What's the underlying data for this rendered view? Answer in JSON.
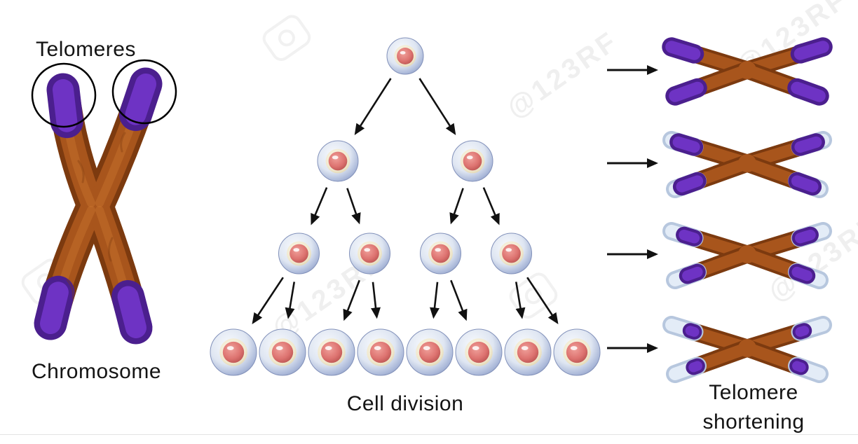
{
  "labels": {
    "telomeres": "Telomeres",
    "chromosome": "Chromosome",
    "cell_division": "Cell division",
    "telomere_shortening": "Telomere shortening"
  },
  "watermark": {
    "text": "123RF",
    "display": "@123RF"
  },
  "colors": {
    "background": "#ffffff",
    "label_text": "#141414",
    "chromosome_body": "#a8551c",
    "chromosome_dark": "#7c3a0f",
    "chromosome_light": "#c9752f",
    "telomere": "#6e33c4",
    "telomere_dark": "#4b1f8e",
    "telomere_pale": "#e3ecf7",
    "telomere_pale_edge": "#b7c7de",
    "cell_outer": "#8fa0c8",
    "cell_ring": "#f0e8cd",
    "nucleus": "#dd7370",
    "arrow": "#111111"
  },
  "cell_division": {
    "rows": [
      1,
      2,
      4,
      8
    ]
  },
  "telomere_shortening": {
    "stages": 4,
    "relative_telomere_lengths": [
      1.0,
      0.7,
      0.45,
      0.18
    ]
  }
}
